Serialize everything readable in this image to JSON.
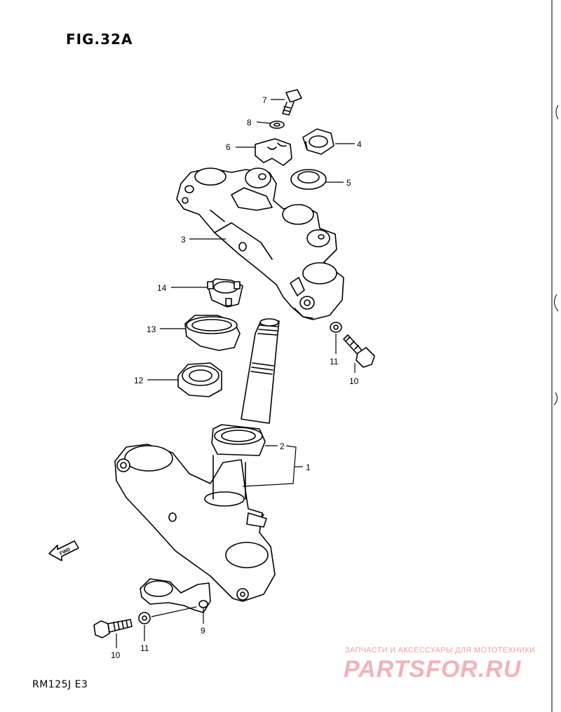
{
  "figure": {
    "title": "FIG.32A",
    "model": "RM125J  E3"
  },
  "fwd_arrow_text": "FWD",
  "watermark": {
    "tagline": "ЗАПЧАСТИ И АКСЕССУАРЫ ДЛЯ МОТОТЕХНИКИ",
    "brand": "PARTSFOR.RU"
  },
  "callouts": {
    "c1": "1",
    "c2": "2",
    "c3": "3",
    "c4": "4",
    "c5": "5",
    "c6": "6",
    "c7": "7",
    "c8": "8",
    "c9": "9",
    "c10a": "10",
    "c10b": "10",
    "c11a": "11",
    "c11b": "11",
    "c12": "12",
    "c13": "13",
    "c14": "14"
  },
  "colors": {
    "line": "#000000",
    "watermark": "#f1b3b8"
  }
}
